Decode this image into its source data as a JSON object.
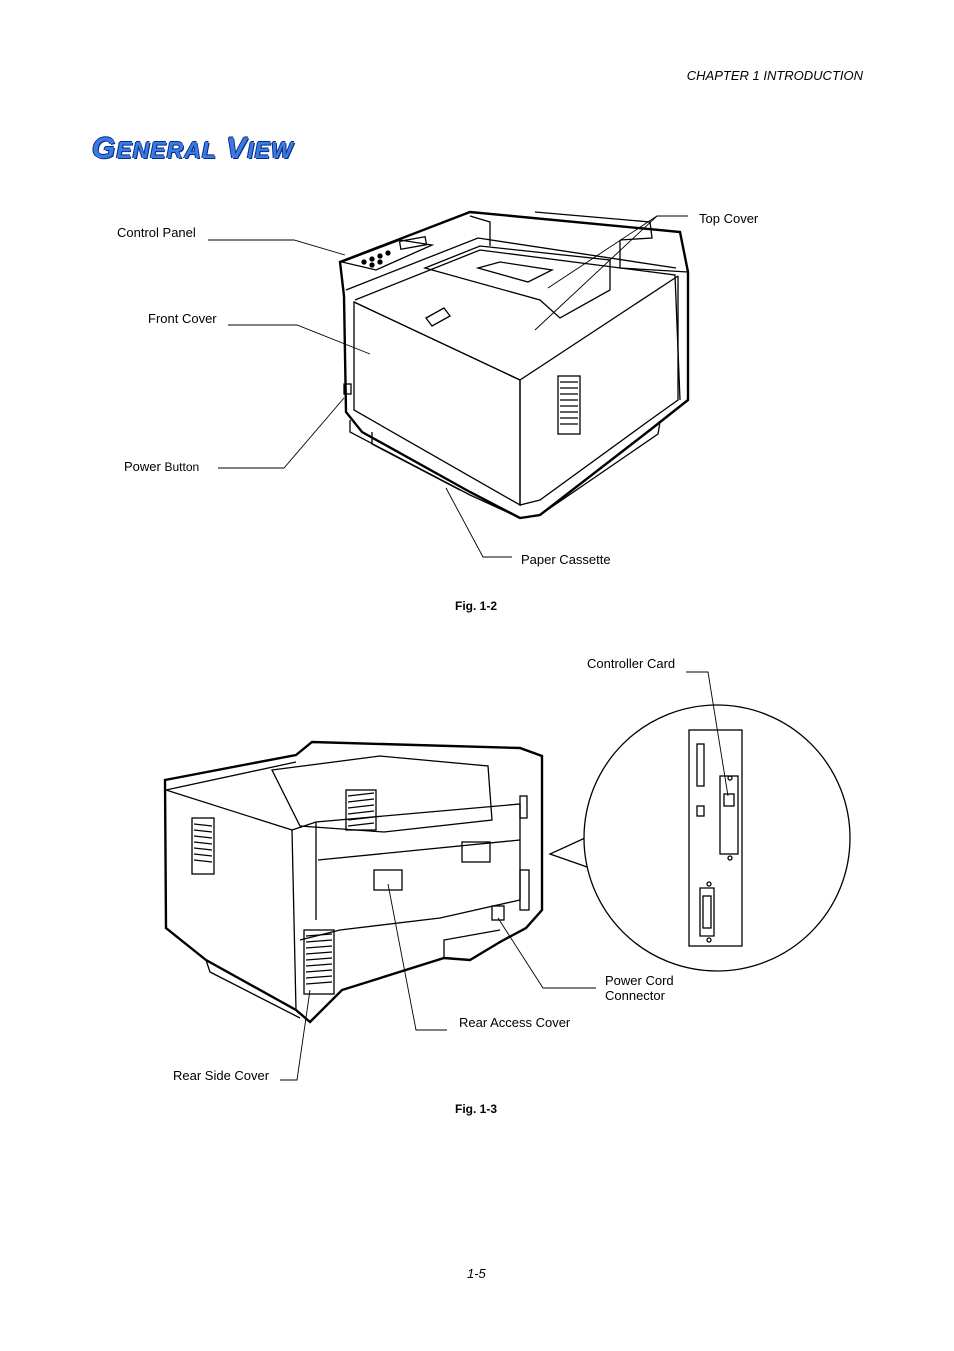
{
  "header": {
    "chapter": "CHAPTER 1 INTRODUCTION"
  },
  "title": {
    "first_initial": "G",
    "first_rest": "ENERAL",
    "second_initial": "V",
    "second_rest": "IEW"
  },
  "figure1": {
    "caption": "Fig. 1-2",
    "labels": {
      "control_panel": "Control Panel",
      "front_cover": "Front Cover",
      "power_word": "Power",
      "power_button_word": "Button",
      "top_cover": "Top Cover",
      "paper_cassette": "Paper Cassette"
    }
  },
  "figure2": {
    "caption": "Fig. 1-3",
    "labels": {
      "controller_card": "Controller Card",
      "power_cord_line1": "Power Cord",
      "power_cord_line2": "Connector",
      "rear_access_cover": "Rear Access Cover",
      "rear_side_cover": "Rear Side Cover"
    }
  },
  "footer": {
    "page_number": "1-5"
  }
}
